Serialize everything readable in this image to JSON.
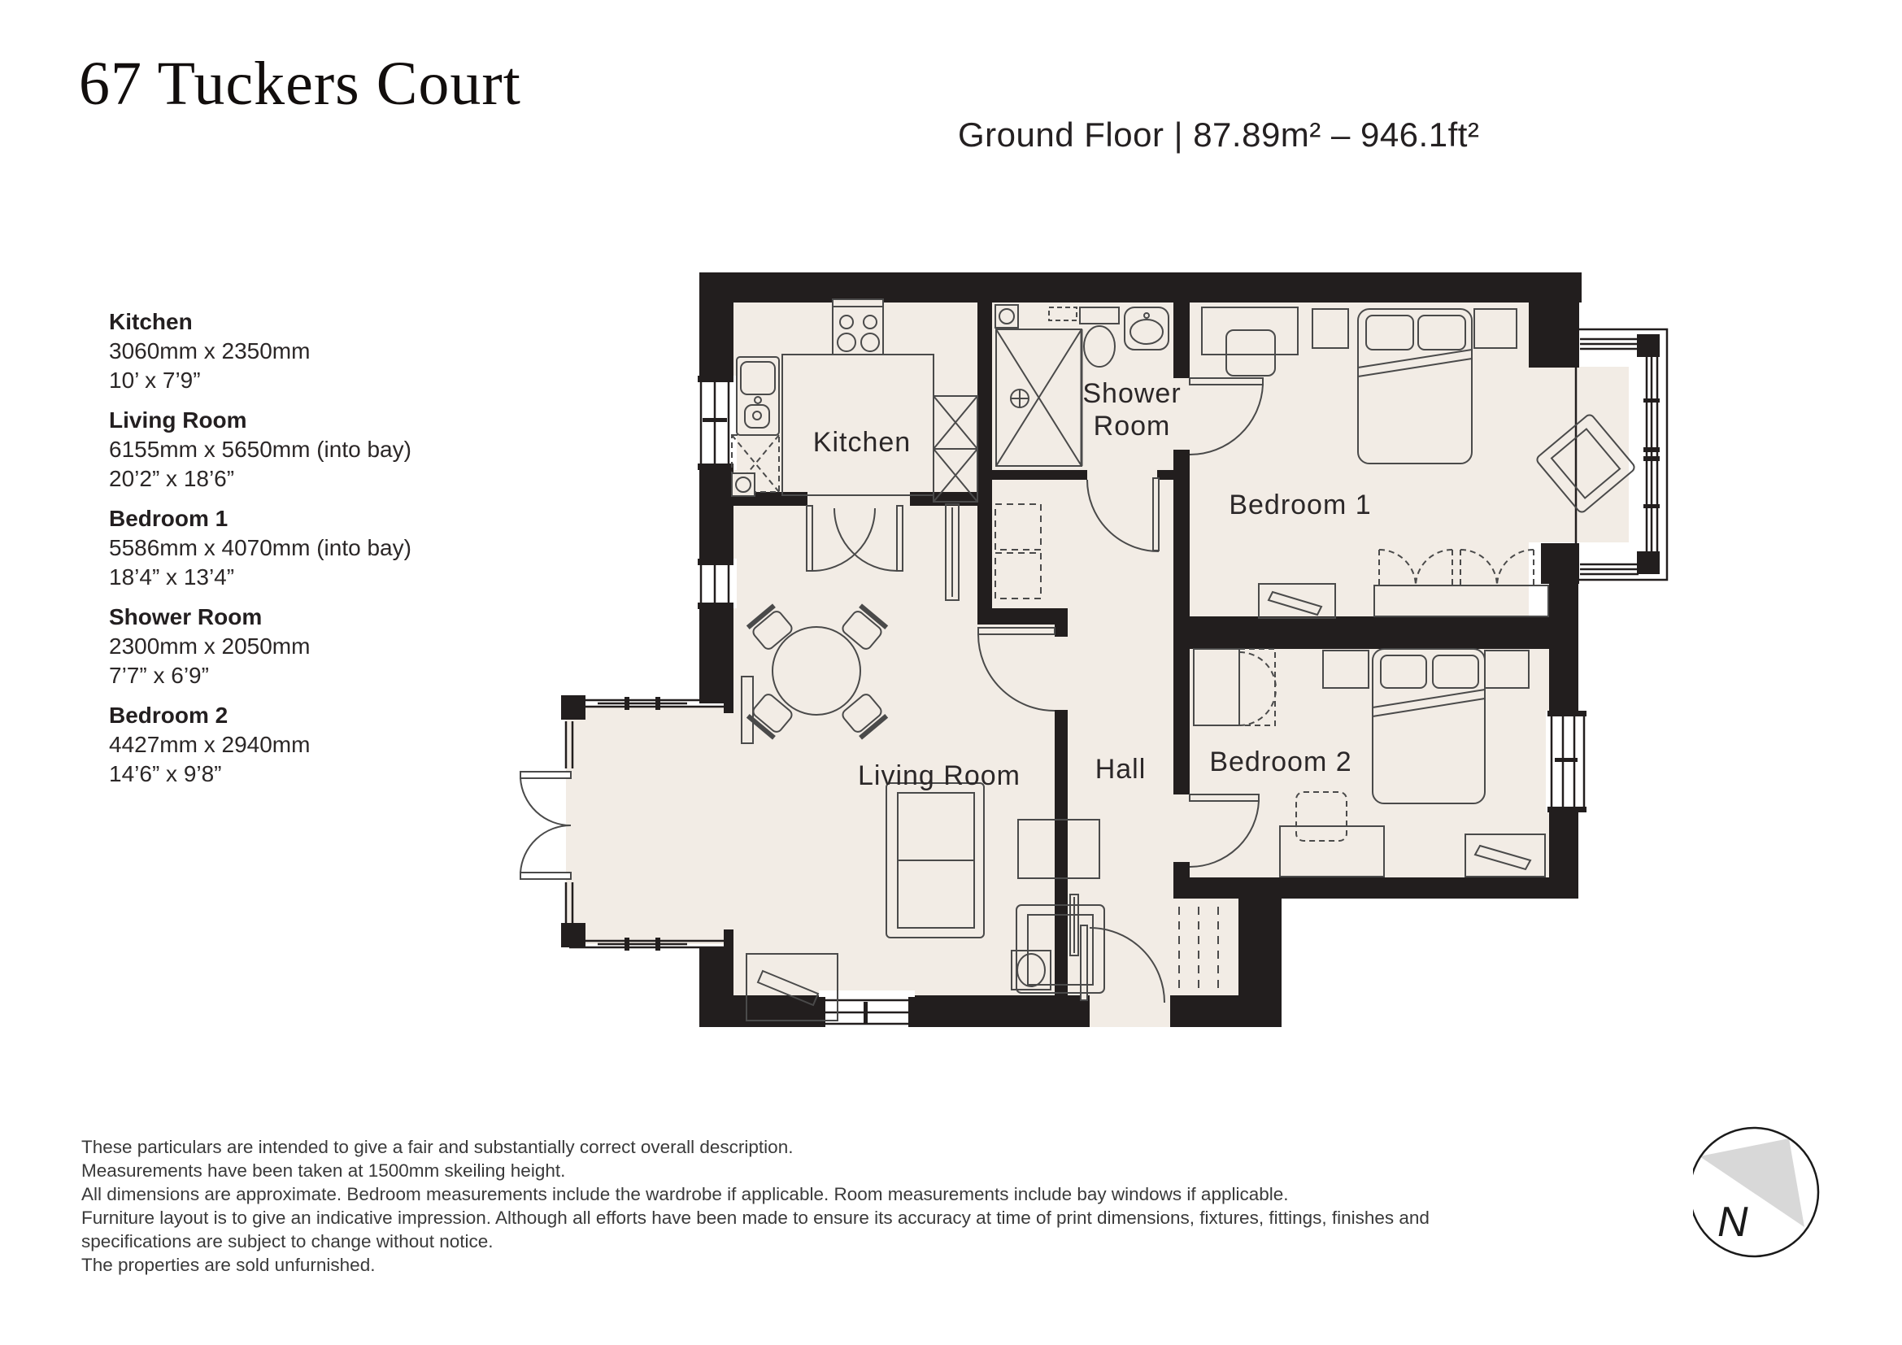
{
  "page": {
    "title": "67 Tuckers Court",
    "subtitle": "Ground Floor | 87.89m² – 946.1ft²"
  },
  "rooms": [
    {
      "name": "Kitchen",
      "metric": "3060mm x 2350mm",
      "imperial": "10’ x 7’9”"
    },
    {
      "name": "Living Room",
      "metric": "6155mm x 5650mm (into bay)",
      "imperial": "20’2” x 18’6”"
    },
    {
      "name": "Bedroom 1",
      "metric": "5586mm x 4070mm (into bay)",
      "imperial": "18’4” x 13’4”"
    },
    {
      "name": "Shower Room",
      "metric": "2300mm x 2050mm",
      "imperial": "7’7” x 6’9”"
    },
    {
      "name": "Bedroom 2",
      "metric": "4427mm x 2940mm",
      "imperial": "14’6” x 9’8”"
    }
  ],
  "plan_labels": {
    "kitchen": "Kitchen",
    "shower_line1": "Shower",
    "shower_line2": "Room",
    "bedroom1": "Bedroom 1",
    "living": "Living Room",
    "hall": "Hall",
    "bedroom2": "Bedroom 2"
  },
  "disclaimer": {
    "lines": [
      "These particulars are intended to give a fair and substantially correct overall description.",
      "Measurements have been taken at 1500mm skeiling height.",
      "All dimensions are approximate. Bedroom measurements include the wardrobe if applicable. Room measurements include bay windows if applicable.",
      "Furniture layout is to give an indicative impression. Although all efforts have been made to ensure its accuracy at time of print dimensions, fixtures, fittings, finishes and",
      "specifications are subject to change without notice.",
      "The properties are sold unfurnished."
    ]
  },
  "compass": {
    "north_label": "N"
  },
  "colors": {
    "wall": "#221e1e",
    "floor": "#f2ece5",
    "line": "#4a4a4a",
    "compass_gray": "#d8d8d8"
  }
}
